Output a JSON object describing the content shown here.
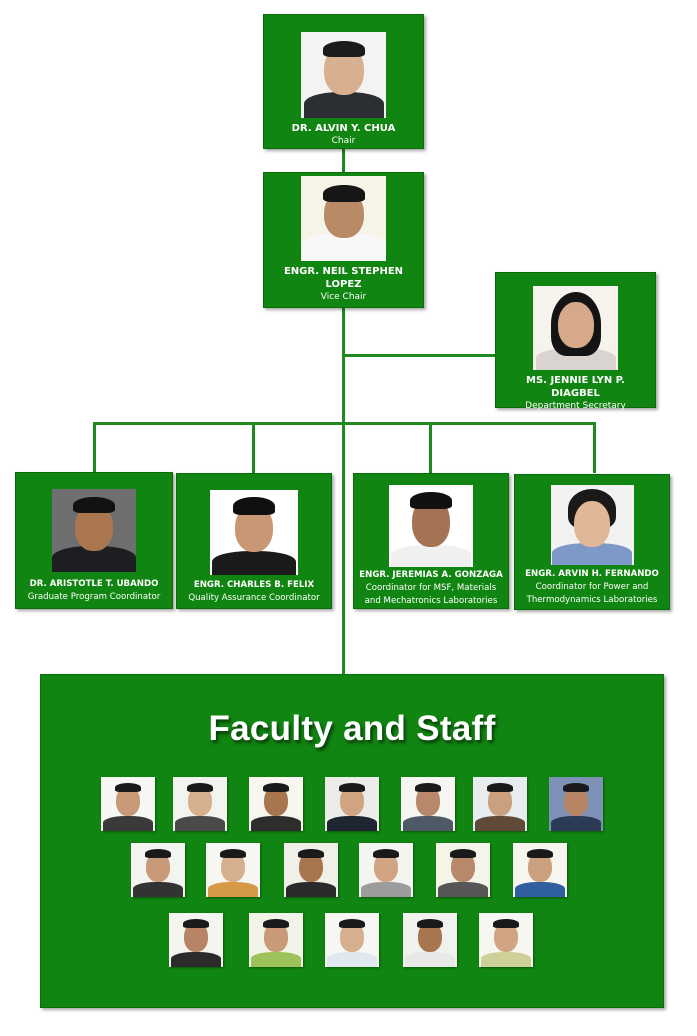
{
  "leaders": {
    "chair": {
      "name": "DR. ALVIN Y. CHUA",
      "role": "Chair"
    },
    "vice_chair": {
      "name": "ENGR. NEIL STEPHEN LOPEZ",
      "role": "Vice Chair"
    },
    "secretary": {
      "name": "MS. JENNIE LYN P. DIAGBEL",
      "role": "Department Secretary"
    }
  },
  "coordinators": [
    {
      "name": "DR. ARISTOTLE T. UBANDO",
      "role": "Graduate Program Coordinator"
    },
    {
      "name": "ENGR. CHARLES B. FELIX",
      "role": "Quality Assurance Coordinator"
    },
    {
      "name": "ENGR. JEREMIAS A. GONZAGA",
      "role": "Coordinator for MSF, Materials and Mechatronics Laboratories"
    },
    {
      "name": "ENGR. ARVIN H. FERNANDO",
      "role": "Coordinator for Power and Thermodynamics Laboratories"
    }
  ],
  "faculty": {
    "title": "Faculty and Staff",
    "photo_rows": [
      7,
      6,
      5
    ]
  },
  "colors": {
    "box_green": "#118511",
    "line_green": "#1f8a1f",
    "text": "#ffffff",
    "background": "#ffffff"
  }
}
